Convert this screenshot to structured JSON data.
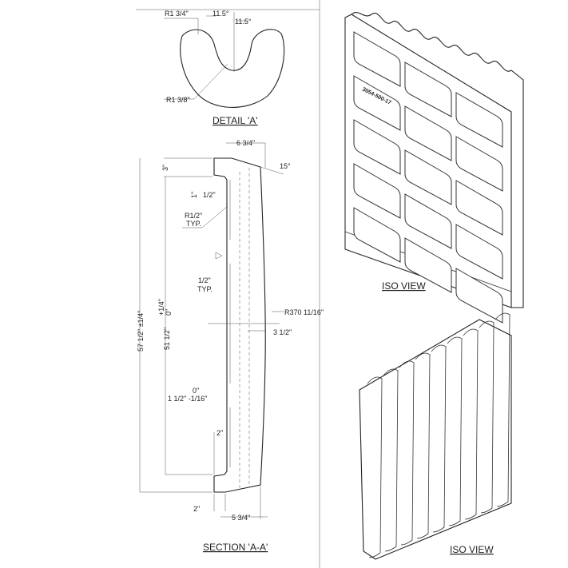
{
  "detail_a": {
    "title": "DETAIL 'A'",
    "radius_outer": "R1 3/4\"",
    "radius_inner": "R1 3/8\"",
    "angle_left": "11.5°",
    "angle_right": "11.5°"
  },
  "section_aa": {
    "title": "SECTION 'A-A'",
    "width_top": "6 3/4\"",
    "angle_top": "15°",
    "lip_top": "3\"",
    "step_1": "1\"",
    "inset_half": "1/2\"",
    "fillet": "R1/2\"",
    "fillet_typ": "TYP.",
    "inset_typ": "1/2\"",
    "inset_typ_label": "TYP.",
    "overall_length": "57 1/2\" ±1/4\"",
    "inner_length": "51 1/2\"",
    "inner_tol_plus": "+1/4\"",
    "inner_tol_zero": "0\"",
    "face_radius": "R370 11/16\"",
    "thickness_mid": "3 1/2\"",
    "thickness_tol_zero": "0\"",
    "thickness_nominal": "1 1/2\" -1/16\"",
    "lip_2": "2\"",
    "lip_bottom": "2\"",
    "width_bottom": "5 3/4\""
  },
  "iso_top": {
    "title": "ISO VIEW",
    "part_number": "3054-500-17"
  },
  "iso_bottom": {
    "title": "ISO VIEW"
  }
}
